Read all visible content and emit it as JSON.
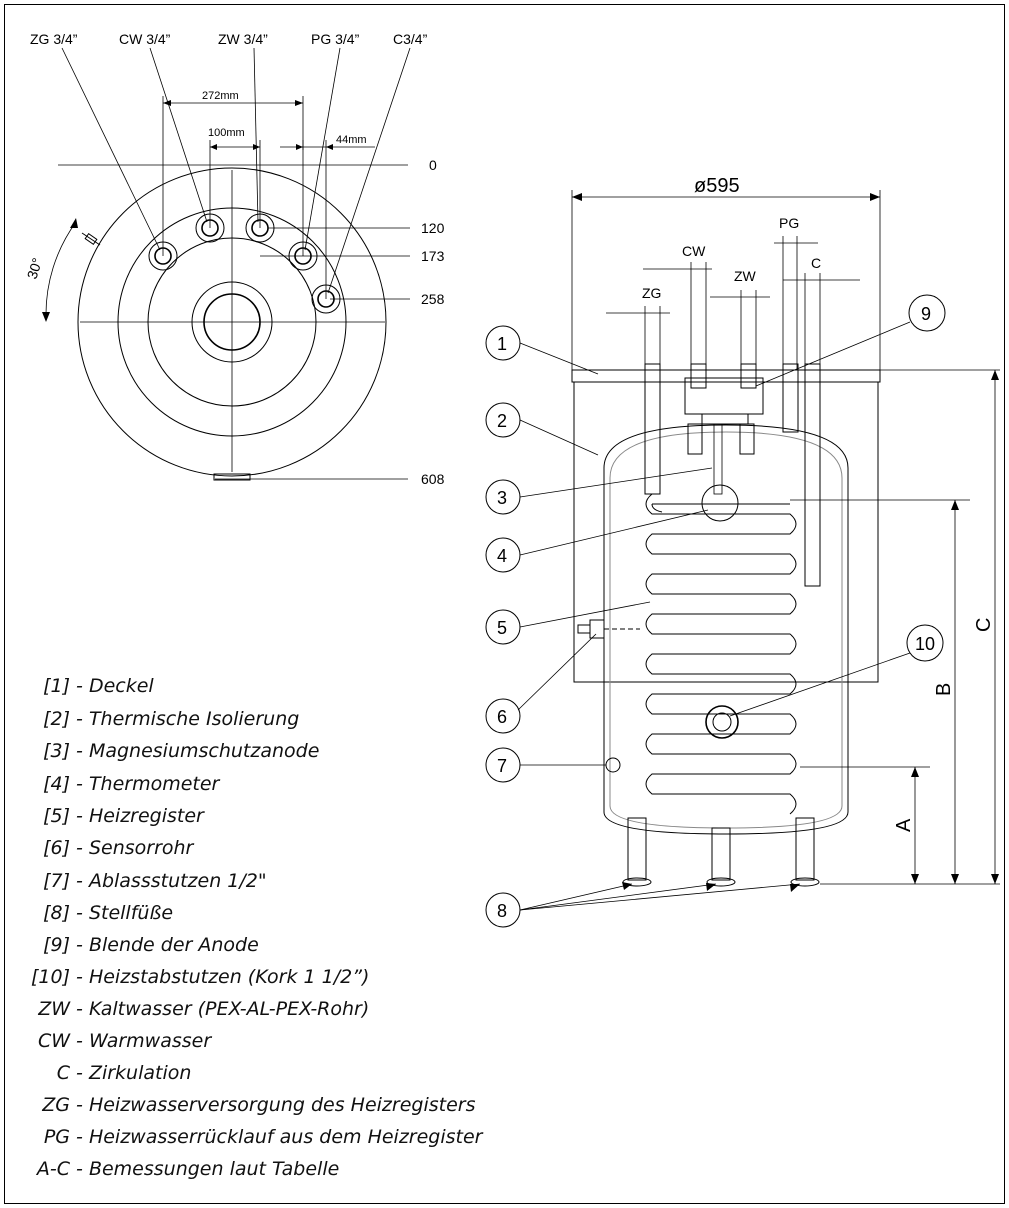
{
  "top_view": {
    "connections": [
      "ZG 3/4”",
      "CW 3/4”",
      "ZW 3/4”",
      "PG 3/4”",
      "C3/4”"
    ],
    "dim_272": "272mm",
    "dim_100": "100mm",
    "dim_44": "44mm",
    "angle": "30°",
    "levels": [
      "0",
      "120",
      "173",
      "258",
      "608"
    ]
  },
  "side_view": {
    "diameter": "ø595",
    "pipe_labels": [
      "PG",
      "CW",
      "ZW",
      "ZG",
      "C"
    ],
    "callouts": [
      "1",
      "2",
      "3",
      "4",
      "5",
      "6",
      "7",
      "8",
      "9",
      "10"
    ],
    "dims": [
      "C",
      "B",
      "A"
    ]
  },
  "legend": [
    {
      "code": "[1]",
      "text": "- Deckel"
    },
    {
      "code": "[2]",
      "text": "- Thermische Isolierung"
    },
    {
      "code": "[3]",
      "text": "- Magnesiumschutzanode"
    },
    {
      "code": "[4]",
      "text": "- Thermometer"
    },
    {
      "code": "[5]",
      "text": "- Heizregister"
    },
    {
      "code": "[6]",
      "text": "- Sensorrohr"
    },
    {
      "code": "[7]",
      "text": "- Ablassstutzen 1/2\""
    },
    {
      "code": "[8]",
      "text": "- Stellfüße"
    },
    {
      "code": "[9]",
      "text": "- Blende der Anode"
    },
    {
      "code": "[10]",
      "text": "- Heizstabstutzen (Kork 1 1/2”)"
    },
    {
      "code": "ZW",
      "text": "- Kaltwasser (PEX-AL-PEX-Rohr)"
    },
    {
      "code": "CW",
      "text": "- Warmwasser"
    },
    {
      "code": "C",
      "text": "- Zirkulation"
    },
    {
      "code": "ZG",
      "text": "- Heizwasserversorgung des Heizregisters"
    },
    {
      "code": "PG",
      "text": "- Heizwasserrücklauf aus dem Heizregister"
    },
    {
      "code": "A-C",
      "text": "- Bemessungen laut Tabelle"
    }
  ]
}
